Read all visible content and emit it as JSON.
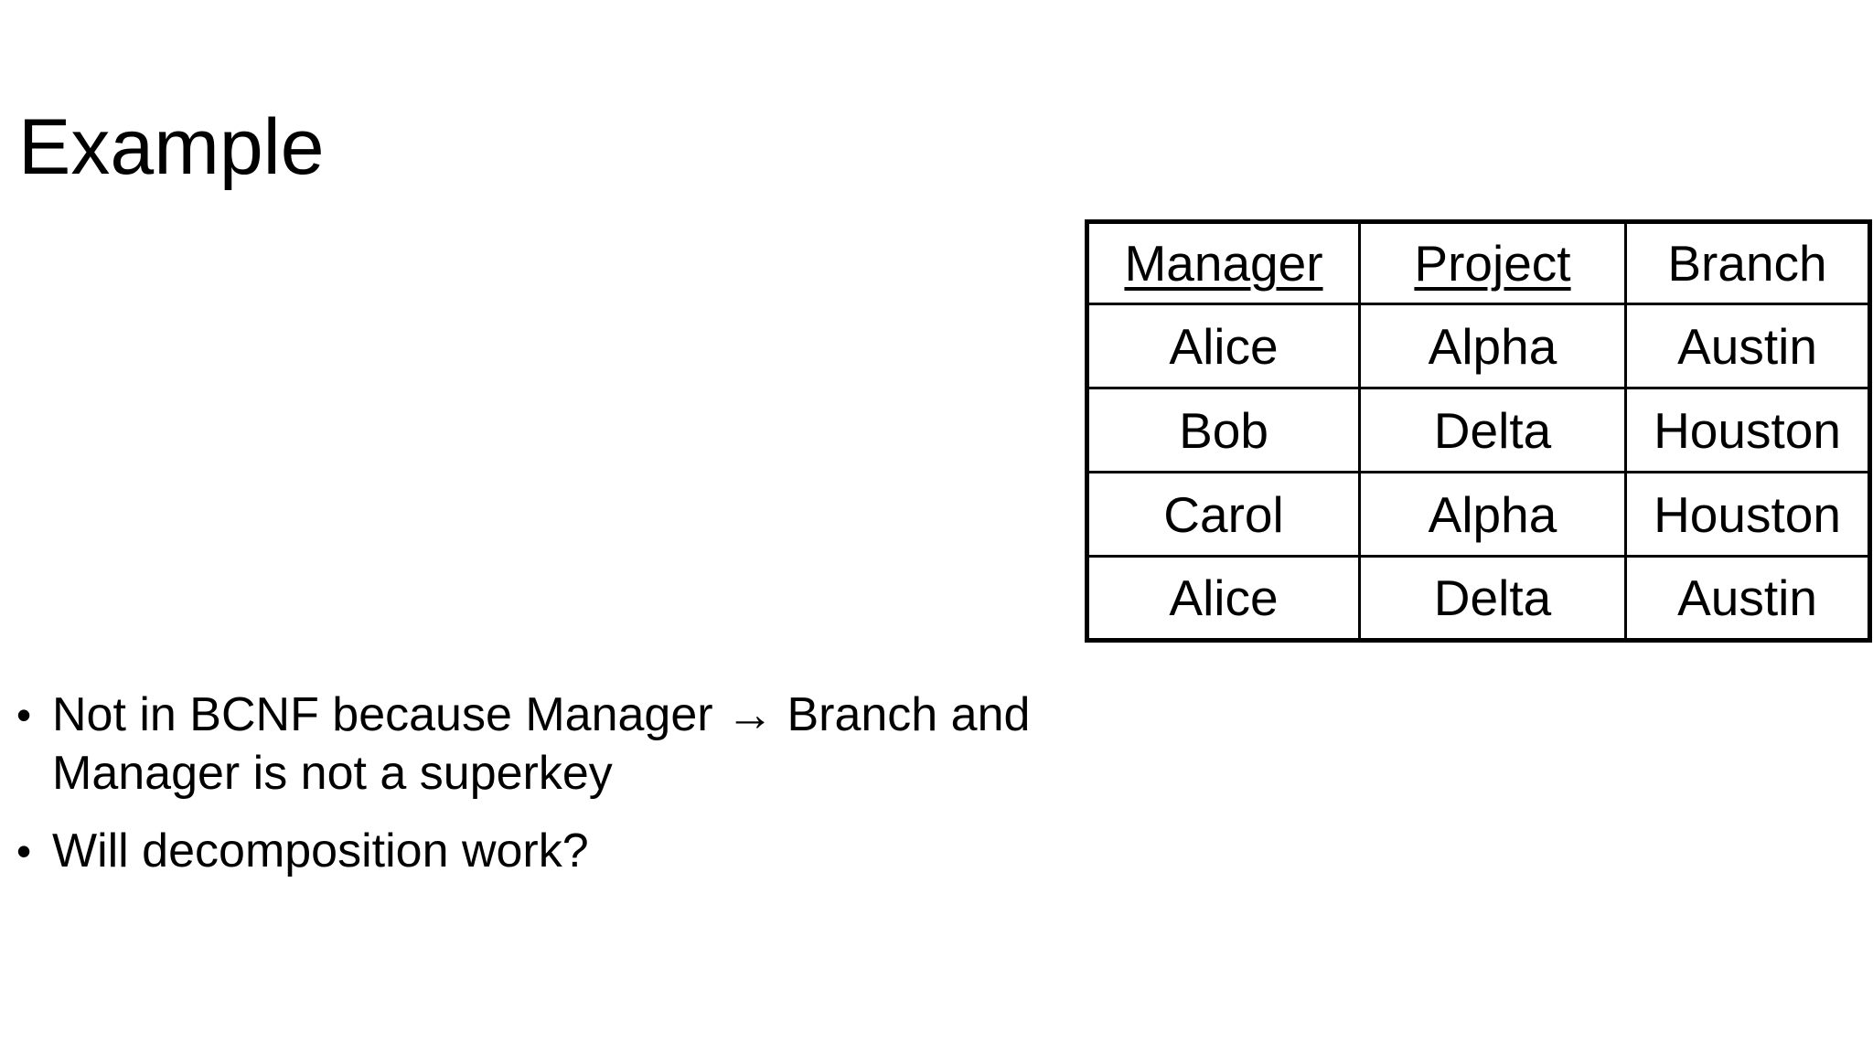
{
  "slide": {
    "title": "Example",
    "bullet_char": "•",
    "bullets": [
      {
        "line1": "Not in BCNF because Manager → Branch and",
        "line2": "Manager is not a superkey"
      },
      {
        "line1": "Will decomposition work?"
      }
    ]
  },
  "table": {
    "headers": [
      {
        "label": "Manager",
        "underlined": true
      },
      {
        "label": "Project",
        "underlined": true
      },
      {
        "label": "Branch",
        "underlined": false
      }
    ],
    "rows": [
      [
        "Alice",
        "Alpha",
        "Austin"
      ],
      [
        "Bob",
        "Delta",
        "Houston"
      ],
      [
        "Carol",
        "Alpha",
        "Houston"
      ],
      [
        "Alice",
        "Delta",
        "Austin"
      ]
    ]
  },
  "colors": {
    "background": "#ffffff",
    "text": "#000000",
    "table_border": "#000000"
  }
}
